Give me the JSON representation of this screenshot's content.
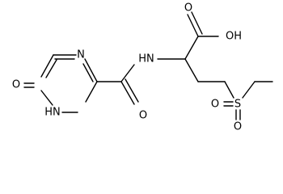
{
  "molecule": {
    "atom_labels": {
      "pyrazine_n_top": "N",
      "ring_oxo_o": "O",
      "ring_nh": "HN",
      "amide_nh": "HN",
      "amide_o": "O",
      "acid_o_double": "O",
      "acid_oh": "OH",
      "sulfur": "S",
      "sulfonyl_o_left": "O",
      "sulfonyl_o_bottom": "O"
    }
  }
}
